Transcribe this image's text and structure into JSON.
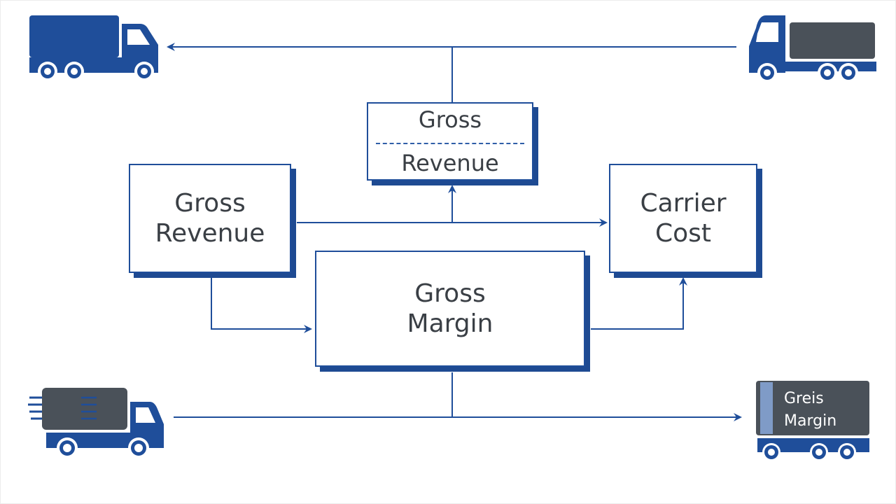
{
  "colors": {
    "primary_blue": "#1f4e9a",
    "dark_gray": "#4a5159",
    "text_gray": "#3a3f45",
    "background": "#ffffff"
  },
  "boxes": {
    "ratio": {
      "numerator": "Gross",
      "denominator": "Revenue"
    },
    "gross_revenue": {
      "line1": "Gross",
      "line2": "Revenue"
    },
    "carrier_cost": {
      "line1": "Carrier",
      "line2": "Cost"
    },
    "gross_margin": {
      "line1": "Gross",
      "line2": "Margin"
    }
  },
  "trucks": {
    "top_left": {
      "icon": "box-truck-icon",
      "color": "#1f4e9a"
    },
    "top_right": {
      "icon": "semi-truck-icon",
      "color": "#4a5159"
    },
    "bottom_left": {
      "icon": "speeding-truck-icon",
      "color": "#4a5159"
    },
    "bottom_right": {
      "icon": "signboard-truck-icon",
      "sign_line1": "Greis",
      "sign_line2": "Margin"
    }
  }
}
